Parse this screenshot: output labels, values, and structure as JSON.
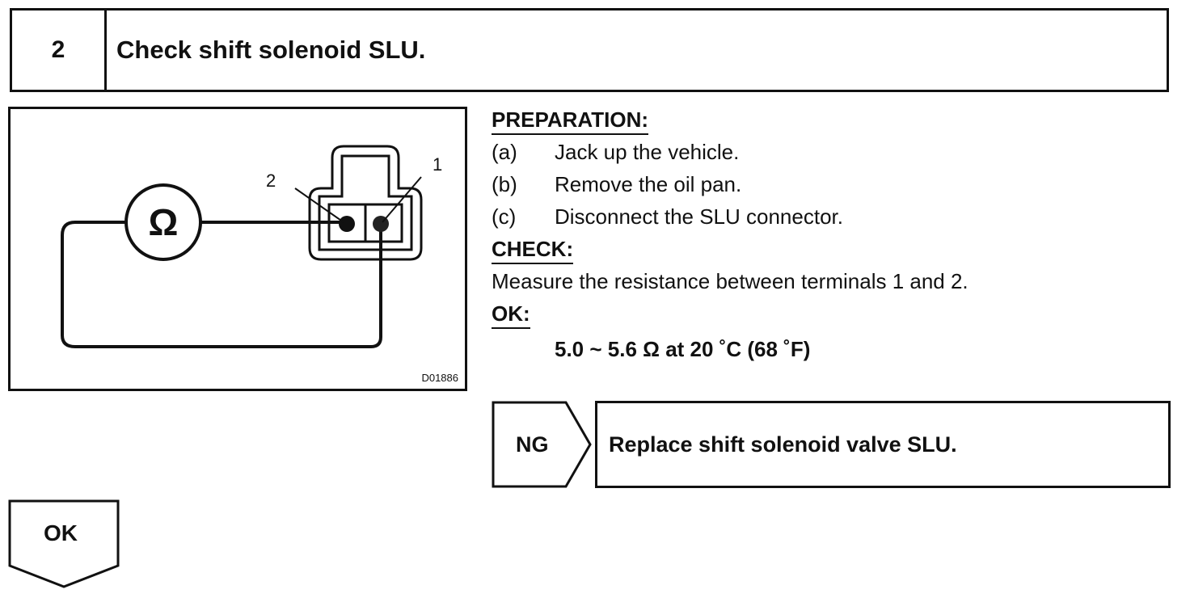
{
  "header": {
    "step_number": "2",
    "title": "Check shift solenoid SLU."
  },
  "figure": {
    "meter_symbol": "Ω",
    "terminal_1": "1",
    "terminal_2": "2",
    "code": "D01886"
  },
  "instructions": {
    "preparation_heading": "PREPARATION:",
    "steps": [
      {
        "label": "(a)",
        "text": "Jack up the vehicle."
      },
      {
        "label": "(b)",
        "text": "Remove the oil pan."
      },
      {
        "label": "(c)",
        "text": "Disconnect the SLU connector."
      }
    ],
    "check_heading": "CHECK:",
    "check_text": "Measure the resistance between terminals 1 and 2.",
    "ok_heading": "OK:",
    "spec": "5.0 ~ 5.6 Ω at 20 ˚C (68 ˚F)"
  },
  "ng": {
    "label": "NG",
    "action": "Replace shift solenoid valve SLU."
  },
  "ok": {
    "label": "OK"
  }
}
